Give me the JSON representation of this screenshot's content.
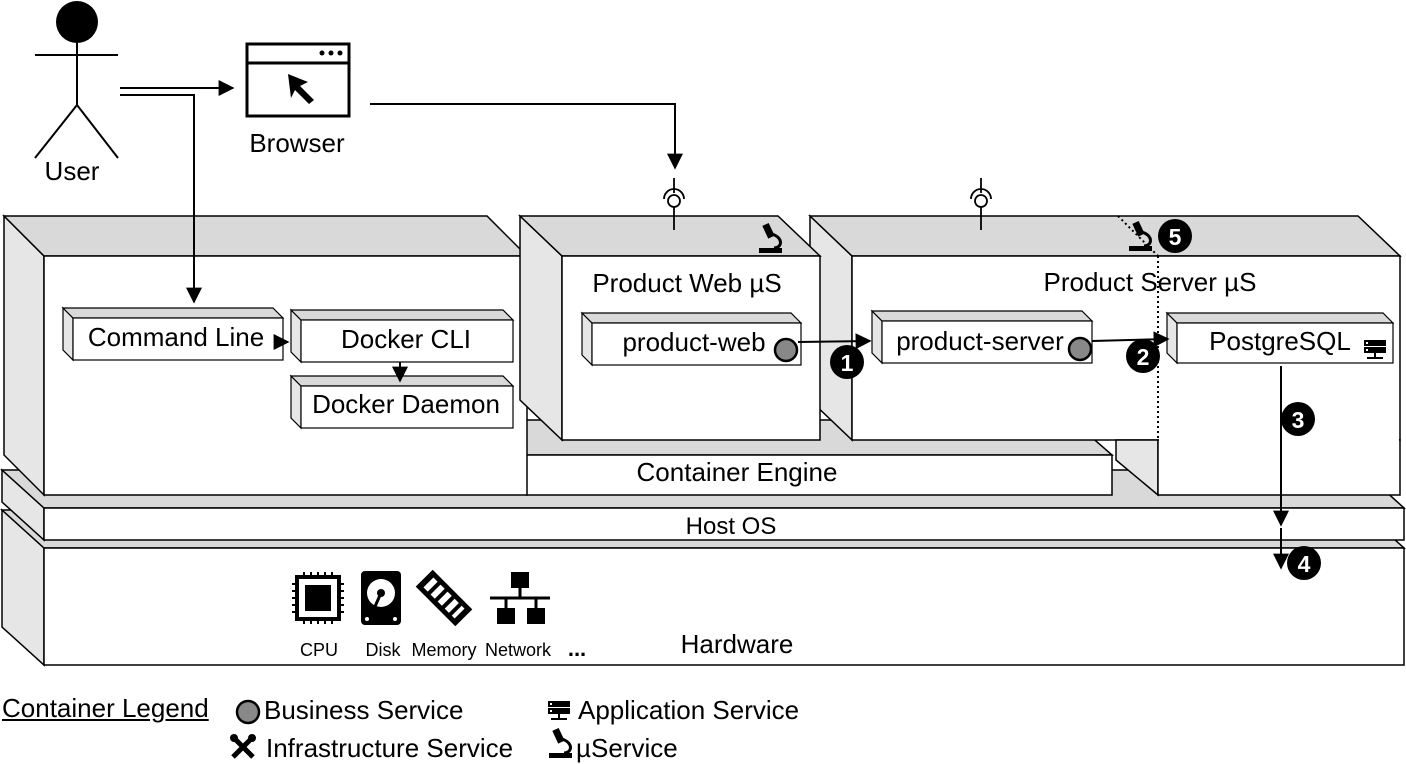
{
  "actors": {
    "user": "User",
    "browser": "Browser"
  },
  "containers": {
    "product_web": "Product Web µS",
    "product_server": "Product Server µS",
    "container_engine": "Container Engine",
    "host_os": "Host OS",
    "hardware": "Hardware"
  },
  "components": {
    "command_line": "Command Line",
    "docker_cli": "Docker CLI",
    "docker_daemon": "Docker Daemon",
    "product_web": "product-web",
    "product_server": "product-server",
    "postgresql": "PostgreSQL"
  },
  "markers": [
    "1",
    "2",
    "3",
    "4",
    "5"
  ],
  "hardware_items": {
    "cpu": "CPU",
    "disk": "Disk",
    "memory": "Memory",
    "network": "Network",
    "more": "..."
  },
  "legend": {
    "title": "Container Legend",
    "business": "Business Service",
    "application": "Application Service",
    "infrastructure": "Infrastructure Service",
    "microservice": "µService"
  },
  "colors": {
    "face": "#ffffff",
    "side": "#e6e6e6",
    "top": "#d9d9d9",
    "business_dot": "#888888",
    "marker": "#000000"
  },
  "icons": [
    "user-stick-figure",
    "browser-window-icon",
    "microscope-icon",
    "interface-lollipop-icon",
    "server-icon",
    "cpu-icon",
    "disk-icon",
    "memory-icon",
    "network-icon",
    "wrench-icon"
  ]
}
